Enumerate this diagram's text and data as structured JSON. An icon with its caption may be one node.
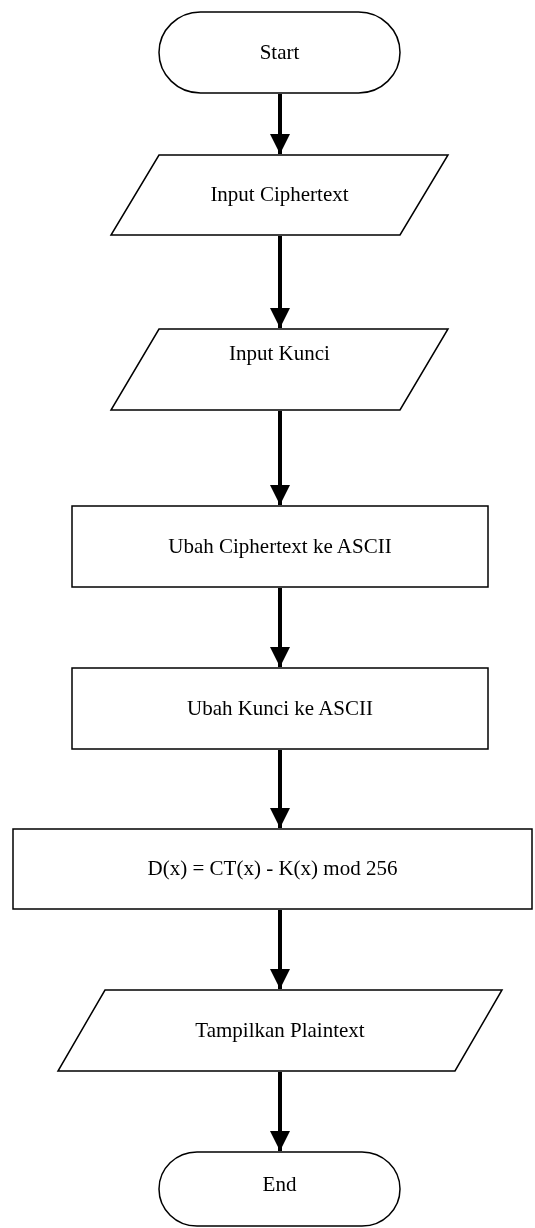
{
  "diagram": {
    "nodes": [
      {
        "text": [
          "Start"
        ]
      },
      {
        "text": [
          "Input Ciphertext"
        ]
      },
      {
        "text": [
          "Input Kunci"
        ]
      },
      {
        "text": [
          "Ubah Ciphertext ke ASCII"
        ]
      },
      {
        "text": [
          "Ubah Kunci ke ASCII"
        ]
      },
      {
        "text": [
          "D(x) = CT(x) - K(x) mod 256"
        ]
      },
      {
        "text": [
          "Tampilkan Plaintext"
        ]
      },
      {
        "text": [
          "End"
        ]
      }
    ],
    "edges": [
      {
        "from": 0,
        "to": 1,
        "arrow": "to"
      },
      {
        "from": 1,
        "to": 2,
        "arrow": "to"
      },
      {
        "from": 2,
        "to": 3,
        "arrow": "to"
      },
      {
        "from": 3,
        "to": 4,
        "arrow": "to"
      },
      {
        "from": 4,
        "to": 5,
        "arrow": "to"
      },
      {
        "from": 5,
        "to": 6,
        "arrow": "to"
      },
      {
        "from": 6,
        "to": 7,
        "arrow": "to"
      }
    ]
  }
}
